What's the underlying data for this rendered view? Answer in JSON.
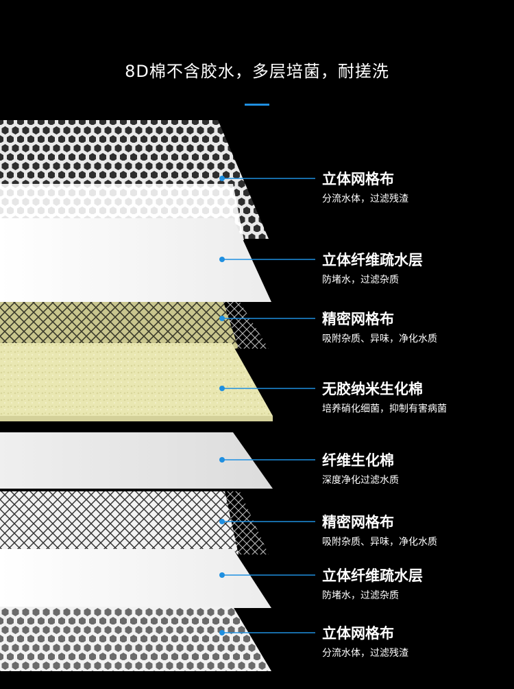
{
  "header": {
    "headline": "8D棉不含胶水，多层培菌，耐搓洗",
    "accent_color": "#1f8fe0"
  },
  "layers": [
    {
      "title": "立体网格布",
      "desc": "分流水体，过滤残渣"
    },
    {
      "title": "立体纤维疏水层",
      "desc": "防堵水，过滤杂质"
    },
    {
      "title": "精密网格布",
      "desc": "吸附杂质、异味，净化水质"
    },
    {
      "title": "无胶纳米生化棉",
      "desc": "培养硝化细菌，抑制有害病菌"
    },
    {
      "title": "纤维生化棉",
      "desc": "深度净化过滤水质"
    },
    {
      "title": "精密网格布",
      "desc": "吸附杂质、异味，净化水质"
    },
    {
      "title": "立体纤维疏水层",
      "desc": "防堵水，过滤杂质"
    },
    {
      "title": "立体网格布",
      "desc": "分流水体，过滤残渣"
    }
  ]
}
